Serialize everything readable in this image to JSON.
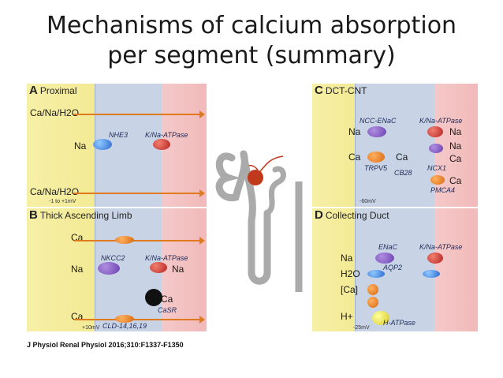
{
  "slide": {
    "title_line1": "Mechanisms of calcium absorption",
    "title_line2": "per segment (summary)",
    "citation": "J Physiol Renal Physiol 2016;310:F1337-F1350"
  },
  "panel_a": {
    "letter": "A",
    "title": "Proximal",
    "top_flux": "Ca/Na/H2O",
    "bottom_flux": "Ca/Na/H2O",
    "na": "Na",
    "nhe3": "NHE3",
    "atpase": "K/Na-ATPase",
    "voltage": "-1 to +1mV"
  },
  "panel_b": {
    "letter": "B",
    "title": "Thick Ascending Limb",
    "ca_top": "Ca",
    "na_left": "Na",
    "na_right": "Na",
    "nkcc2": "NKCC2",
    "atpase": "K/Na-ATPase",
    "ca_bottom": "Ca",
    "ca_casr": "Ca",
    "casr": "CaSR",
    "cld": "CLD-14,16,19",
    "voltage": "+10mV"
  },
  "panel_c": {
    "letter": "C",
    "title": "DCT-CNT",
    "ncc": "NCC-ENaC",
    "atpase": "K/Na-ATPase",
    "na_left": "Na",
    "na_right1": "Na",
    "na_right2": "Na",
    "ca_left": "Ca",
    "ca_mid": "Ca",
    "ca_right1": "Ca",
    "ca_right2": "Ca",
    "trpv5": "TRPV5",
    "cb28": "CB28",
    "ncx1": "NCX1",
    "pmca4": "PMCA4",
    "voltage": "-60mV"
  },
  "panel_d": {
    "letter": "D",
    "title": "Collecting Duct",
    "enac": "ENaC",
    "atpase": "K/Na-ATPase",
    "na": "Na",
    "h2o": "H2O",
    "aqp2": "AQP2",
    "ca": "[Ca]",
    "h": "H+",
    "hatpase": "H-ATPase",
    "voltage": "-25mV"
  },
  "colors": {
    "lumen": "#f3eba0",
    "cell": "#c8d4e6",
    "interstitium": "#f2b9b9",
    "flux_arrow": "#e07a1f",
    "kidney": "#b0b0b0"
  }
}
